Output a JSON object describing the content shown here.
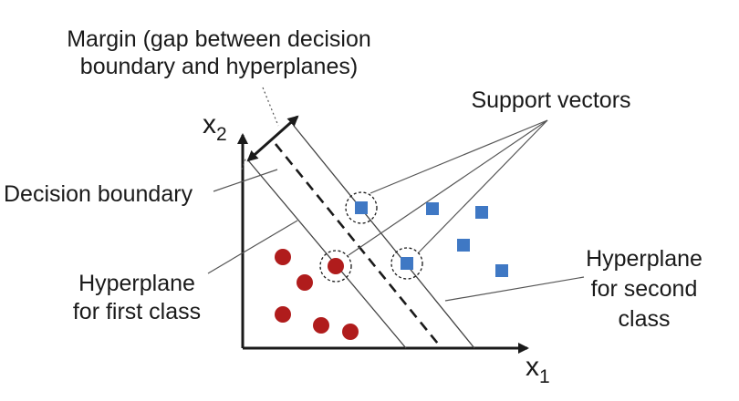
{
  "labels": {
    "margin_line1": "Margin (gap between decision",
    "margin_line2": "boundary and hyperplanes)",
    "support_vectors": "Support vectors",
    "decision_boundary": "Decision boundary",
    "hyperplane_first_line1": "Hyperplane",
    "hyperplane_first_line2": "for first class",
    "hyperplane_second_line1": "Hyperplane",
    "hyperplane_second_line2": "for second",
    "hyperplane_second_line3": "class"
  },
  "axes": {
    "x_letter": "x",
    "x_sub": "1",
    "y_letter": "x",
    "y_sub": "2"
  },
  "colors": {
    "class_one": "#b01c1c",
    "class_two": "#3f78c4",
    "ink": "#1a1a1a",
    "thin_line": "#555555"
  }
}
